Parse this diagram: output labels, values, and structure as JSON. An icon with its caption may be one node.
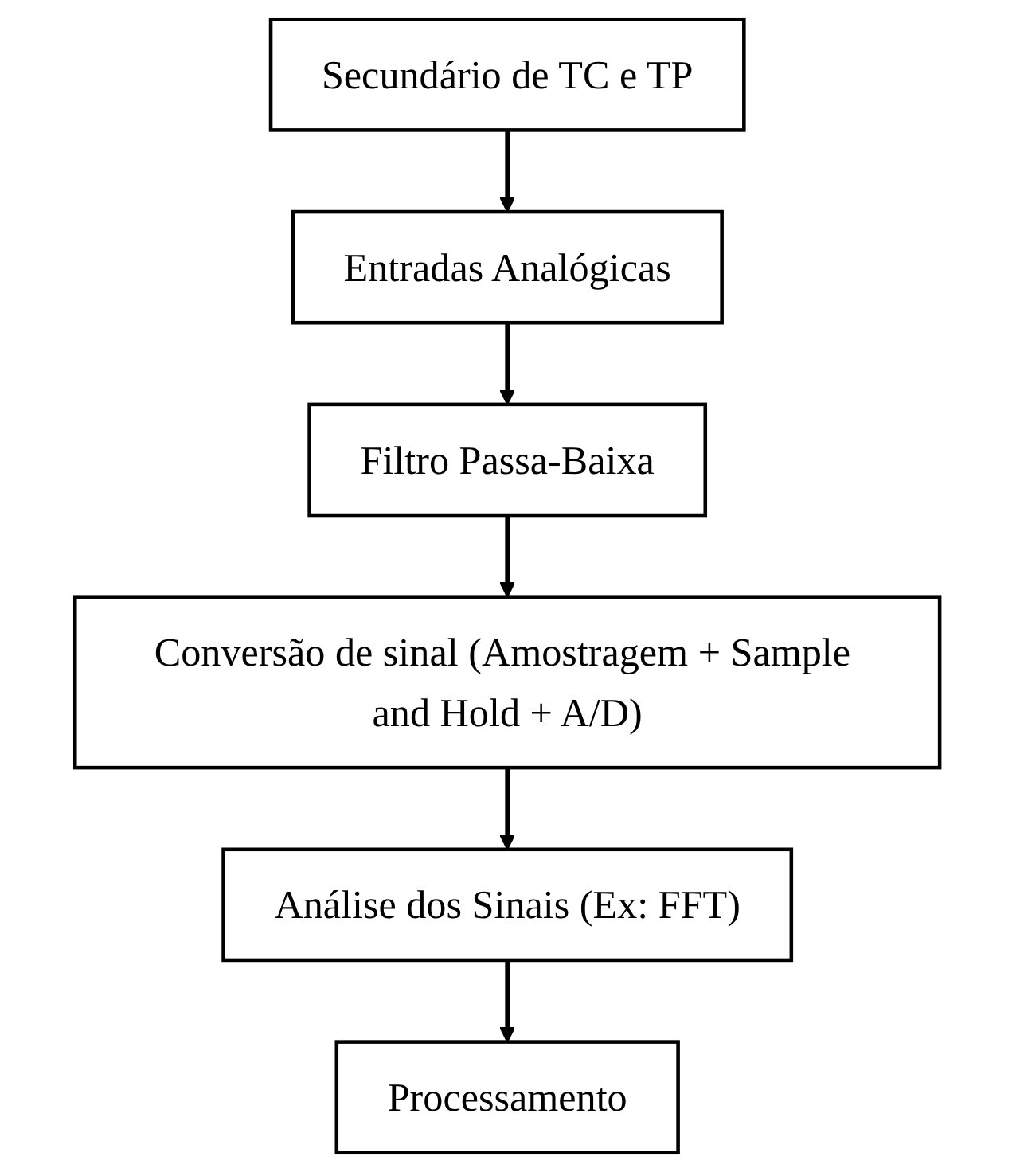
{
  "diagram": {
    "nodes": [
      {
        "text": [
          "Secundário de TC e TP"
        ]
      },
      {
        "text": [
          "Entradas Analógicas"
        ]
      },
      {
        "text": [
          "Filtro Passa-Baixa"
        ]
      },
      {
        "text": [
          "Conversão de sinal (Amostragem + Sample and Hold + A/D)"
        ]
      },
      {
        "text": [
          "Análise dos Sinais (Ex: FFT)"
        ]
      },
      {
        "text": [
          "Processamento"
        ]
      }
    ],
    "edges": [
      {
        "from": 0,
        "to": 1,
        "arrow": "to"
      },
      {
        "from": 1,
        "to": 2,
        "arrow": "to"
      },
      {
        "from": 2,
        "to": 3,
        "arrow": "to"
      },
      {
        "from": 3,
        "to": 4,
        "arrow": "to"
      },
      {
        "from": 4,
        "to": 5,
        "arrow": "to"
      }
    ]
  }
}
